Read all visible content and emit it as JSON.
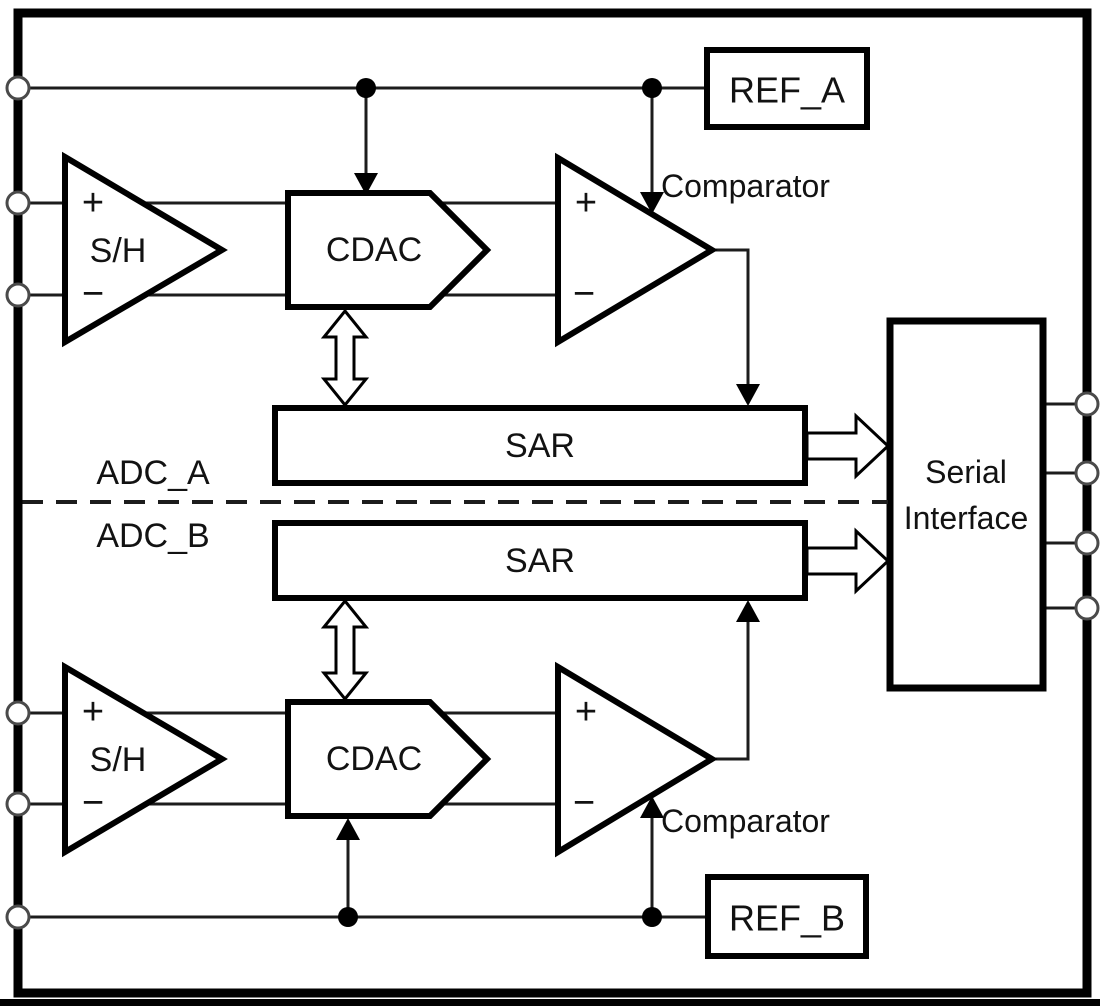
{
  "colors": {
    "background": "#ffffff",
    "ink": "#000000",
    "line": "#1c1c1c",
    "text": "#121212",
    "terminal-stroke": "#4a4a4a"
  },
  "blocks": {
    "ref_a": {
      "label": "REF_A"
    },
    "ref_b": {
      "label": "REF_B"
    },
    "sh_a": {
      "label": "S/H",
      "plus": "+",
      "minus": "−"
    },
    "sh_b": {
      "label": "S/H",
      "plus": "+",
      "minus": "−"
    },
    "cdac_a": {
      "label": "CDAC"
    },
    "cdac_b": {
      "label": "CDAC"
    },
    "comparator_a": {
      "label": "Comparator",
      "plus": "+",
      "minus": "−"
    },
    "comparator_b": {
      "label": "Comparator",
      "plus": "+",
      "minus": "−"
    },
    "sar_a": {
      "label": "SAR"
    },
    "sar_b": {
      "label": "SAR"
    },
    "serial_interface": {
      "line1": "Serial",
      "line2": "Interface"
    }
  },
  "channels": {
    "adc_a": {
      "label": "ADC_A"
    },
    "adc_b": {
      "label": "ADC_B"
    }
  }
}
